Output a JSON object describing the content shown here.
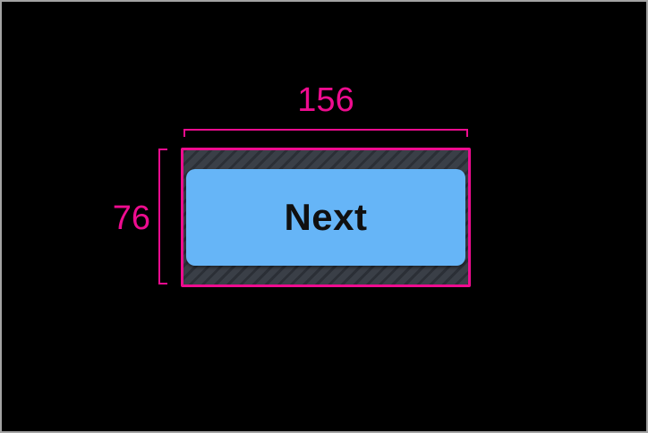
{
  "canvas": {
    "background_color": "#000000",
    "border_color": "#a3a3a3"
  },
  "button": {
    "label": "Next",
    "fill_color": "#66b5f7",
    "text_color": "#101010"
  },
  "touch_target": {
    "hatch_background_color": "#3a3f47",
    "hatch_stripe_color": "#2b2f36",
    "outline_color": "#ee0c8f"
  },
  "annotations": {
    "accent_color": "#ee0c8f",
    "width": {
      "label": "156"
    },
    "height": {
      "label": "76"
    }
  }
}
